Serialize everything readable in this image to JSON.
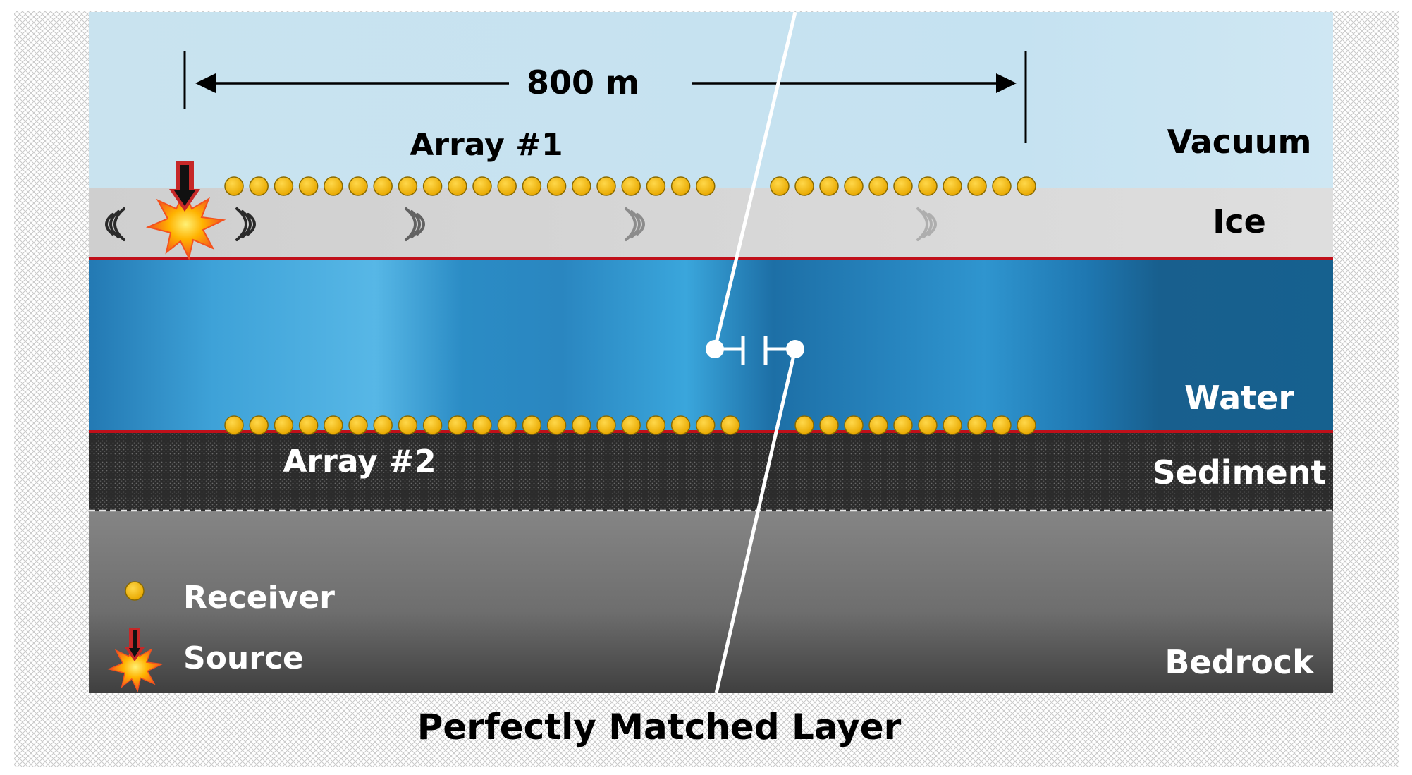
{
  "scale_label": "800 m",
  "arrays": {
    "array1_label": "Array #1",
    "array2_label": "Array #2",
    "array1_receiver_groups": [
      20,
      11
    ],
    "array2_receiver_groups": [
      21,
      10
    ]
  },
  "layers": {
    "vacuum": "Vacuum",
    "ice": "Ice",
    "water": "Water",
    "sediment": "Sediment",
    "bedrock": "Bedrock"
  },
  "legend": {
    "receiver": "Receiver",
    "source": "Source"
  },
  "pml_label": "Perfectly Matched Layer",
  "colors": {
    "vacuum": "#cfe6f2",
    "ice": "#d9d9d9",
    "water": "#2a8fc6",
    "sediment": "#2f2f2f",
    "bedrock": "#6b6b6b",
    "interface": "#c0101a",
    "receiver": "#f5b800",
    "source": "#ff6a00"
  },
  "icons": {
    "receiver": "receiver-dot-icon",
    "source": "explosion-source-icon",
    "wave": "wave-arc-icon"
  }
}
